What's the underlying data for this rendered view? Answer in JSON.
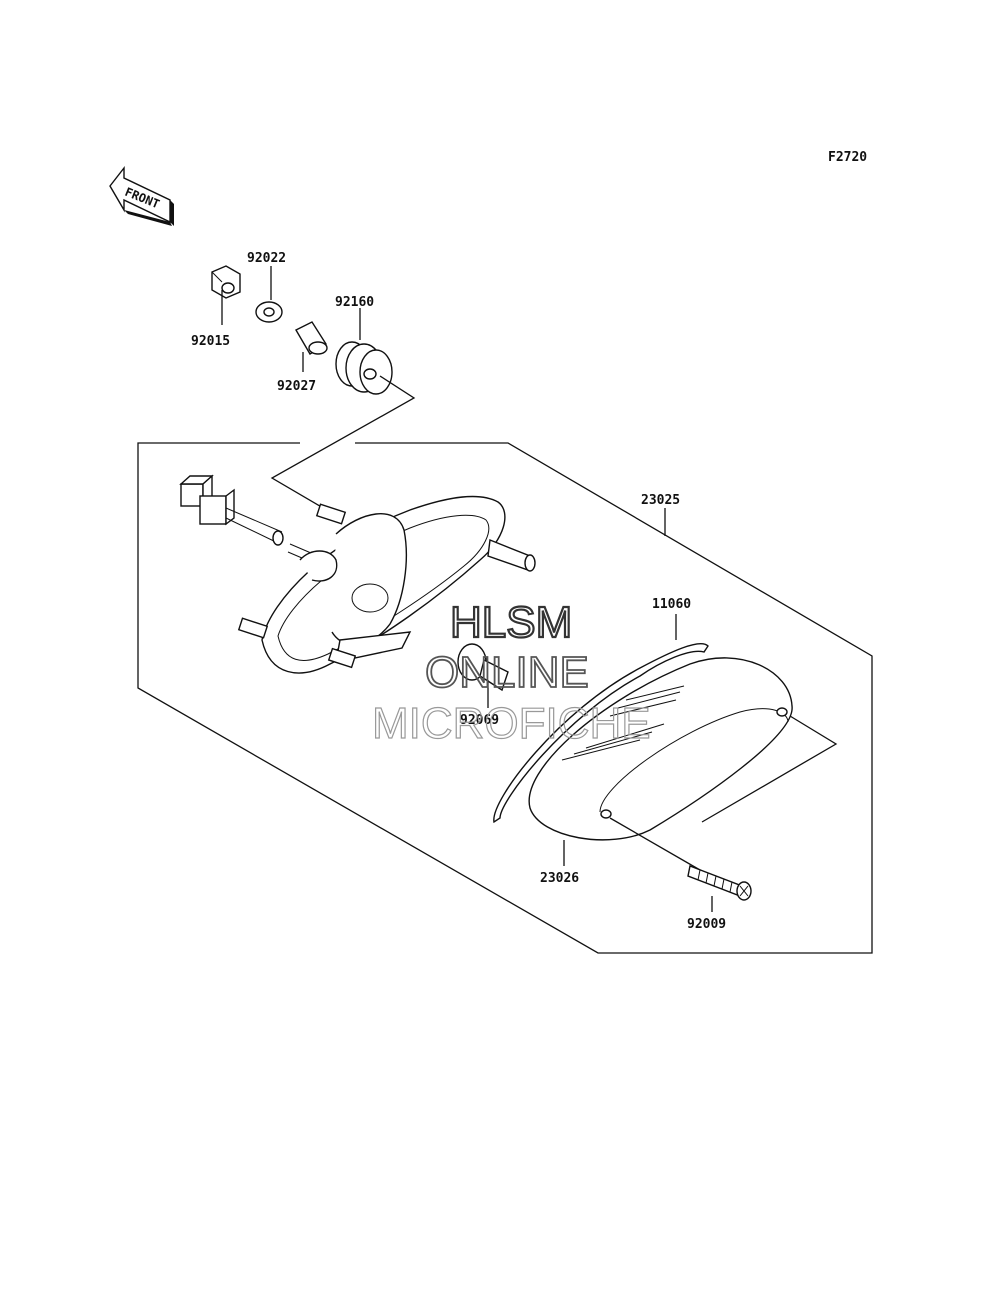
{
  "diagram": {
    "figure_code": "F2720",
    "front_arrow_text": "FRONT",
    "watermark": {
      "line1": "HLSM",
      "line2": "ONLINE",
      "line3": "MICROFICHE"
    },
    "parts": [
      {
        "id": "p92015",
        "number": "92015",
        "name": "nut"
      },
      {
        "id": "p92022",
        "number": "92022",
        "name": "washer"
      },
      {
        "id": "p92027",
        "number": "92027",
        "name": "collar"
      },
      {
        "id": "p92160",
        "number": "92160",
        "name": "grommet"
      },
      {
        "id": "p23025",
        "number": "23025",
        "name": "tail-lamp-assembly"
      },
      {
        "id": "p11060",
        "number": "11060",
        "name": "gasket"
      },
      {
        "id": "p92069",
        "number": "92069",
        "name": "bulb"
      },
      {
        "id": "p23026",
        "number": "23026",
        "name": "lens"
      },
      {
        "id": "p92009",
        "number": "92009",
        "name": "screw"
      }
    ]
  }
}
